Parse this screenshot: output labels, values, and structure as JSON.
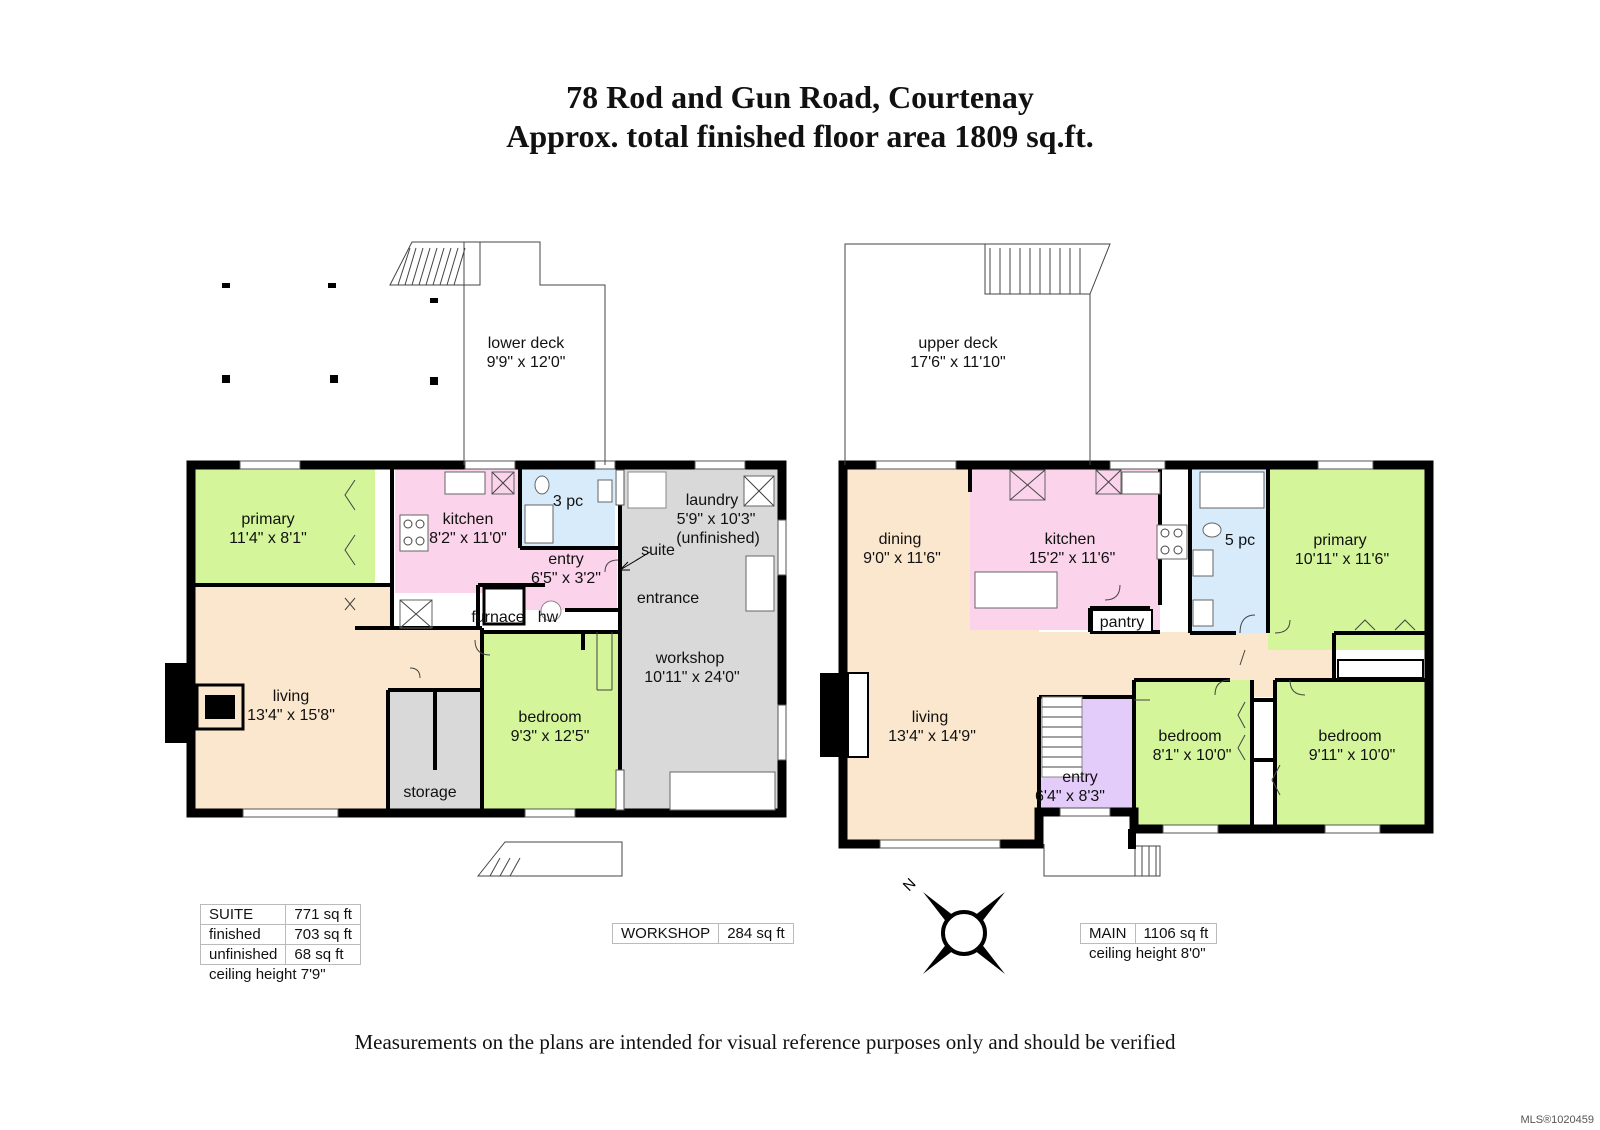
{
  "header": {
    "address": "78 Rod and Gun Road, Courtenay",
    "total_area": "Approx. total finished floor area 1809 sq.ft."
  },
  "rooms": {
    "lower_deck": {
      "name": "lower deck",
      "size": "9'9\" x 12'0\""
    },
    "upper_deck": {
      "name": "upper deck",
      "size": "17'6\" x 11'10\""
    },
    "suite_primary": {
      "name": "primary",
      "size": "11'4\" x 8'1\""
    },
    "suite_kitchen": {
      "name": "kitchen",
      "size": "8'2\" x 11'0\""
    },
    "suite_bath": {
      "name": "3 pc"
    },
    "suite_entry": {
      "name": "entry",
      "size": "6'5\" x 3'2\""
    },
    "suite_entrance": {
      "line1": "suite",
      "line2": "entrance"
    },
    "furnace": {
      "name": "furnace"
    },
    "hw": {
      "name": "hw"
    },
    "suite_living": {
      "name": "living",
      "size": "13'4\" x 15'8\""
    },
    "storage": {
      "name": "storage"
    },
    "suite_bedroom": {
      "name": "bedroom",
      "size": "9'3\" x 12'5\""
    },
    "laundry": {
      "name": "laundry",
      "size": "5'9\" x 10'3\"",
      "note": "(unfinished)"
    },
    "workshop": {
      "name": "workshop",
      "size": "10'11\" x 24'0\""
    },
    "dining": {
      "name": "dining",
      "size": "9'0\" x 11'6\""
    },
    "main_kitchen": {
      "name": "kitchen",
      "size": "15'2\" x 11'6\""
    },
    "pantry": {
      "name": "pantry"
    },
    "main_bath": {
      "name": "5 pc"
    },
    "main_primary": {
      "name": "primary",
      "size": "10'11\" x 11'6\""
    },
    "main_living": {
      "name": "living",
      "size": "13'4\" x 14'9\""
    },
    "main_entry": {
      "name": "entry",
      "size": "6'4\" x 8'3\""
    },
    "bedroom_a": {
      "name": "bedroom",
      "size": "8'1\" x 10'0\""
    },
    "bedroom_b": {
      "name": "bedroom",
      "size": "9'11\" x 10'0\""
    }
  },
  "suite_areas": {
    "rows": [
      {
        "label": "SUITE",
        "value": "771 sq ft"
      },
      {
        "label": "finished",
        "value": "703 sq ft"
      },
      {
        "label": "unfinished",
        "value": "68 sq ft"
      }
    ],
    "ceiling": "ceiling height 7'9\""
  },
  "workshop_area": {
    "label": "WORKSHOP",
    "value": "284 sq ft"
  },
  "main_area": {
    "label": "MAIN",
    "value": "1106 sq ft",
    "ceiling": "ceiling height 8'0\""
  },
  "compass": {
    "label": "N"
  },
  "disclaimer": "Measurements on the plans are intended for visual reference purposes only and should be verified",
  "mls": "MLS®1020459",
  "colors": {
    "bedroom": "#d4f59a",
    "kitchen": "#fbd3ea",
    "bath": "#d7ebfa",
    "living": "#fbe7cd",
    "utility": "#d9d9d9",
    "entry": "#e4ccfa"
  }
}
